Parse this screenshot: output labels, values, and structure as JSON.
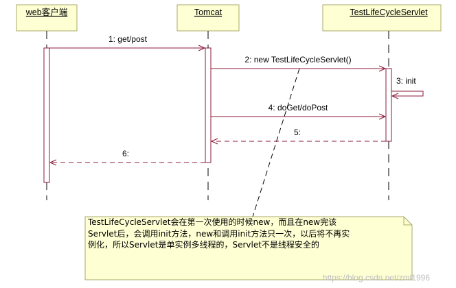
{
  "lifelines": [
    {
      "id": "client",
      "label": "web客户端"
    },
    {
      "id": "tomcat",
      "label": "Tomcat"
    },
    {
      "id": "servlet",
      "label": "TestLifeCycleServlet"
    }
  ],
  "messages": [
    {
      "id": "m1",
      "label": "1: get/post"
    },
    {
      "id": "m2",
      "label": "2: new TestLifeCycleServlet()"
    },
    {
      "id": "m3",
      "label": "3: init"
    },
    {
      "id": "m4",
      "label": "4: doGet/doPost"
    },
    {
      "id": "m5",
      "label": "5:"
    },
    {
      "id": "m6",
      "label": "6:"
    }
  ],
  "note": {
    "lines": [
      "TestLifeCycleServlet会在第一次使用的时候new，而且在new完该",
      "Servlet后，会调用init方法，new和调用init方法只一次，以后将不再实",
      "例化，所以Servlet是单实例多线程的，Servlet不是线程安全的"
    ]
  },
  "watermark": "https://blog.csdn.net/zml1996",
  "colors": {
    "head_fill": "#ffffd4",
    "head_stroke": "#a8a86c",
    "arrow": "#8b1a3a",
    "activation_stroke": "#8b1a3a",
    "lifeline": "#000000",
    "note_fill": "#ffffd4"
  }
}
